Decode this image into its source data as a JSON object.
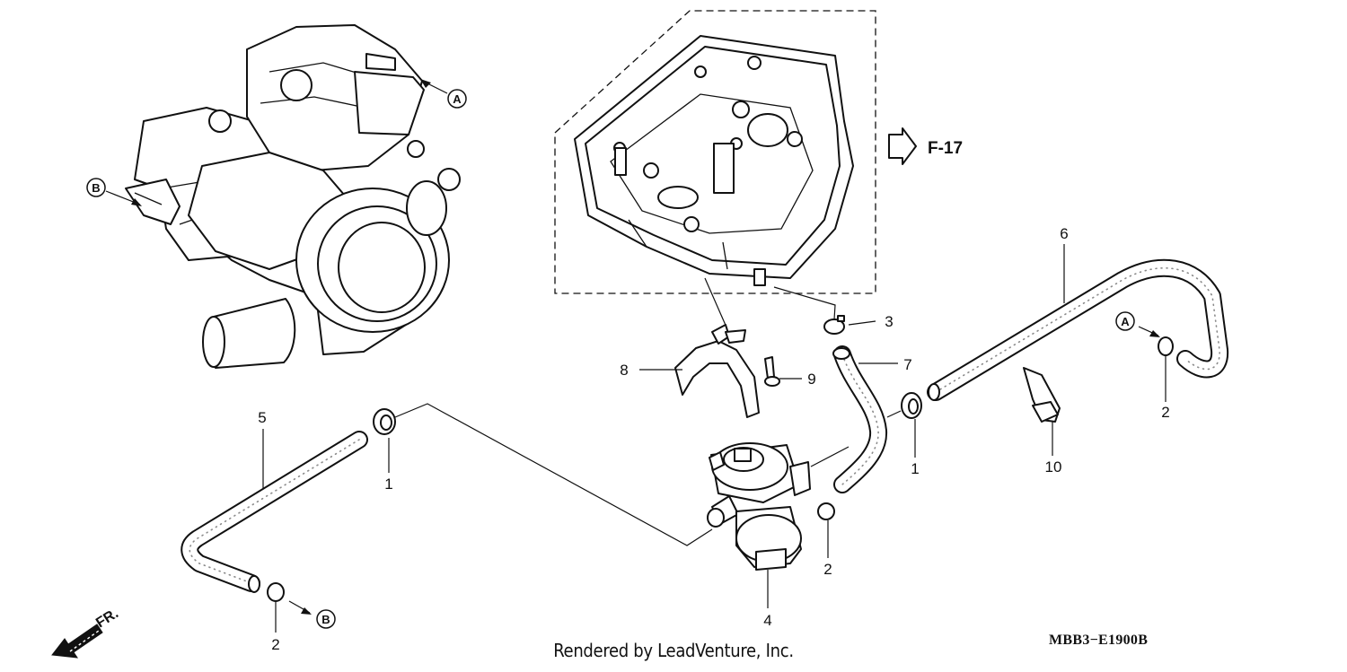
{
  "diagram": {
    "callouts": [
      {
        "id": "c5",
        "text": "5"
      },
      {
        "id": "c1a",
        "text": "1"
      },
      {
        "id": "c2a",
        "text": "2"
      },
      {
        "id": "c4",
        "text": "4"
      },
      {
        "id": "c2b",
        "text": "2"
      },
      {
        "id": "c7",
        "text": "7"
      },
      {
        "id": "c1b",
        "text": "1"
      },
      {
        "id": "c6",
        "text": "6"
      },
      {
        "id": "c2c",
        "text": "2"
      },
      {
        "id": "c10",
        "text": "10"
      },
      {
        "id": "c3",
        "text": "3"
      },
      {
        "id": "c8",
        "text": "8"
      },
      {
        "id": "c9",
        "text": "9"
      }
    ],
    "refs": {
      "engine_a": "A",
      "engine_b": "B",
      "hose_a": "A",
      "hose_b": "B"
    },
    "fig_ref": "F-17",
    "front_label": "FR.",
    "diagram_code": "MBB3−E1900B",
    "footer": "Rendered by LeadVenture, Inc."
  }
}
